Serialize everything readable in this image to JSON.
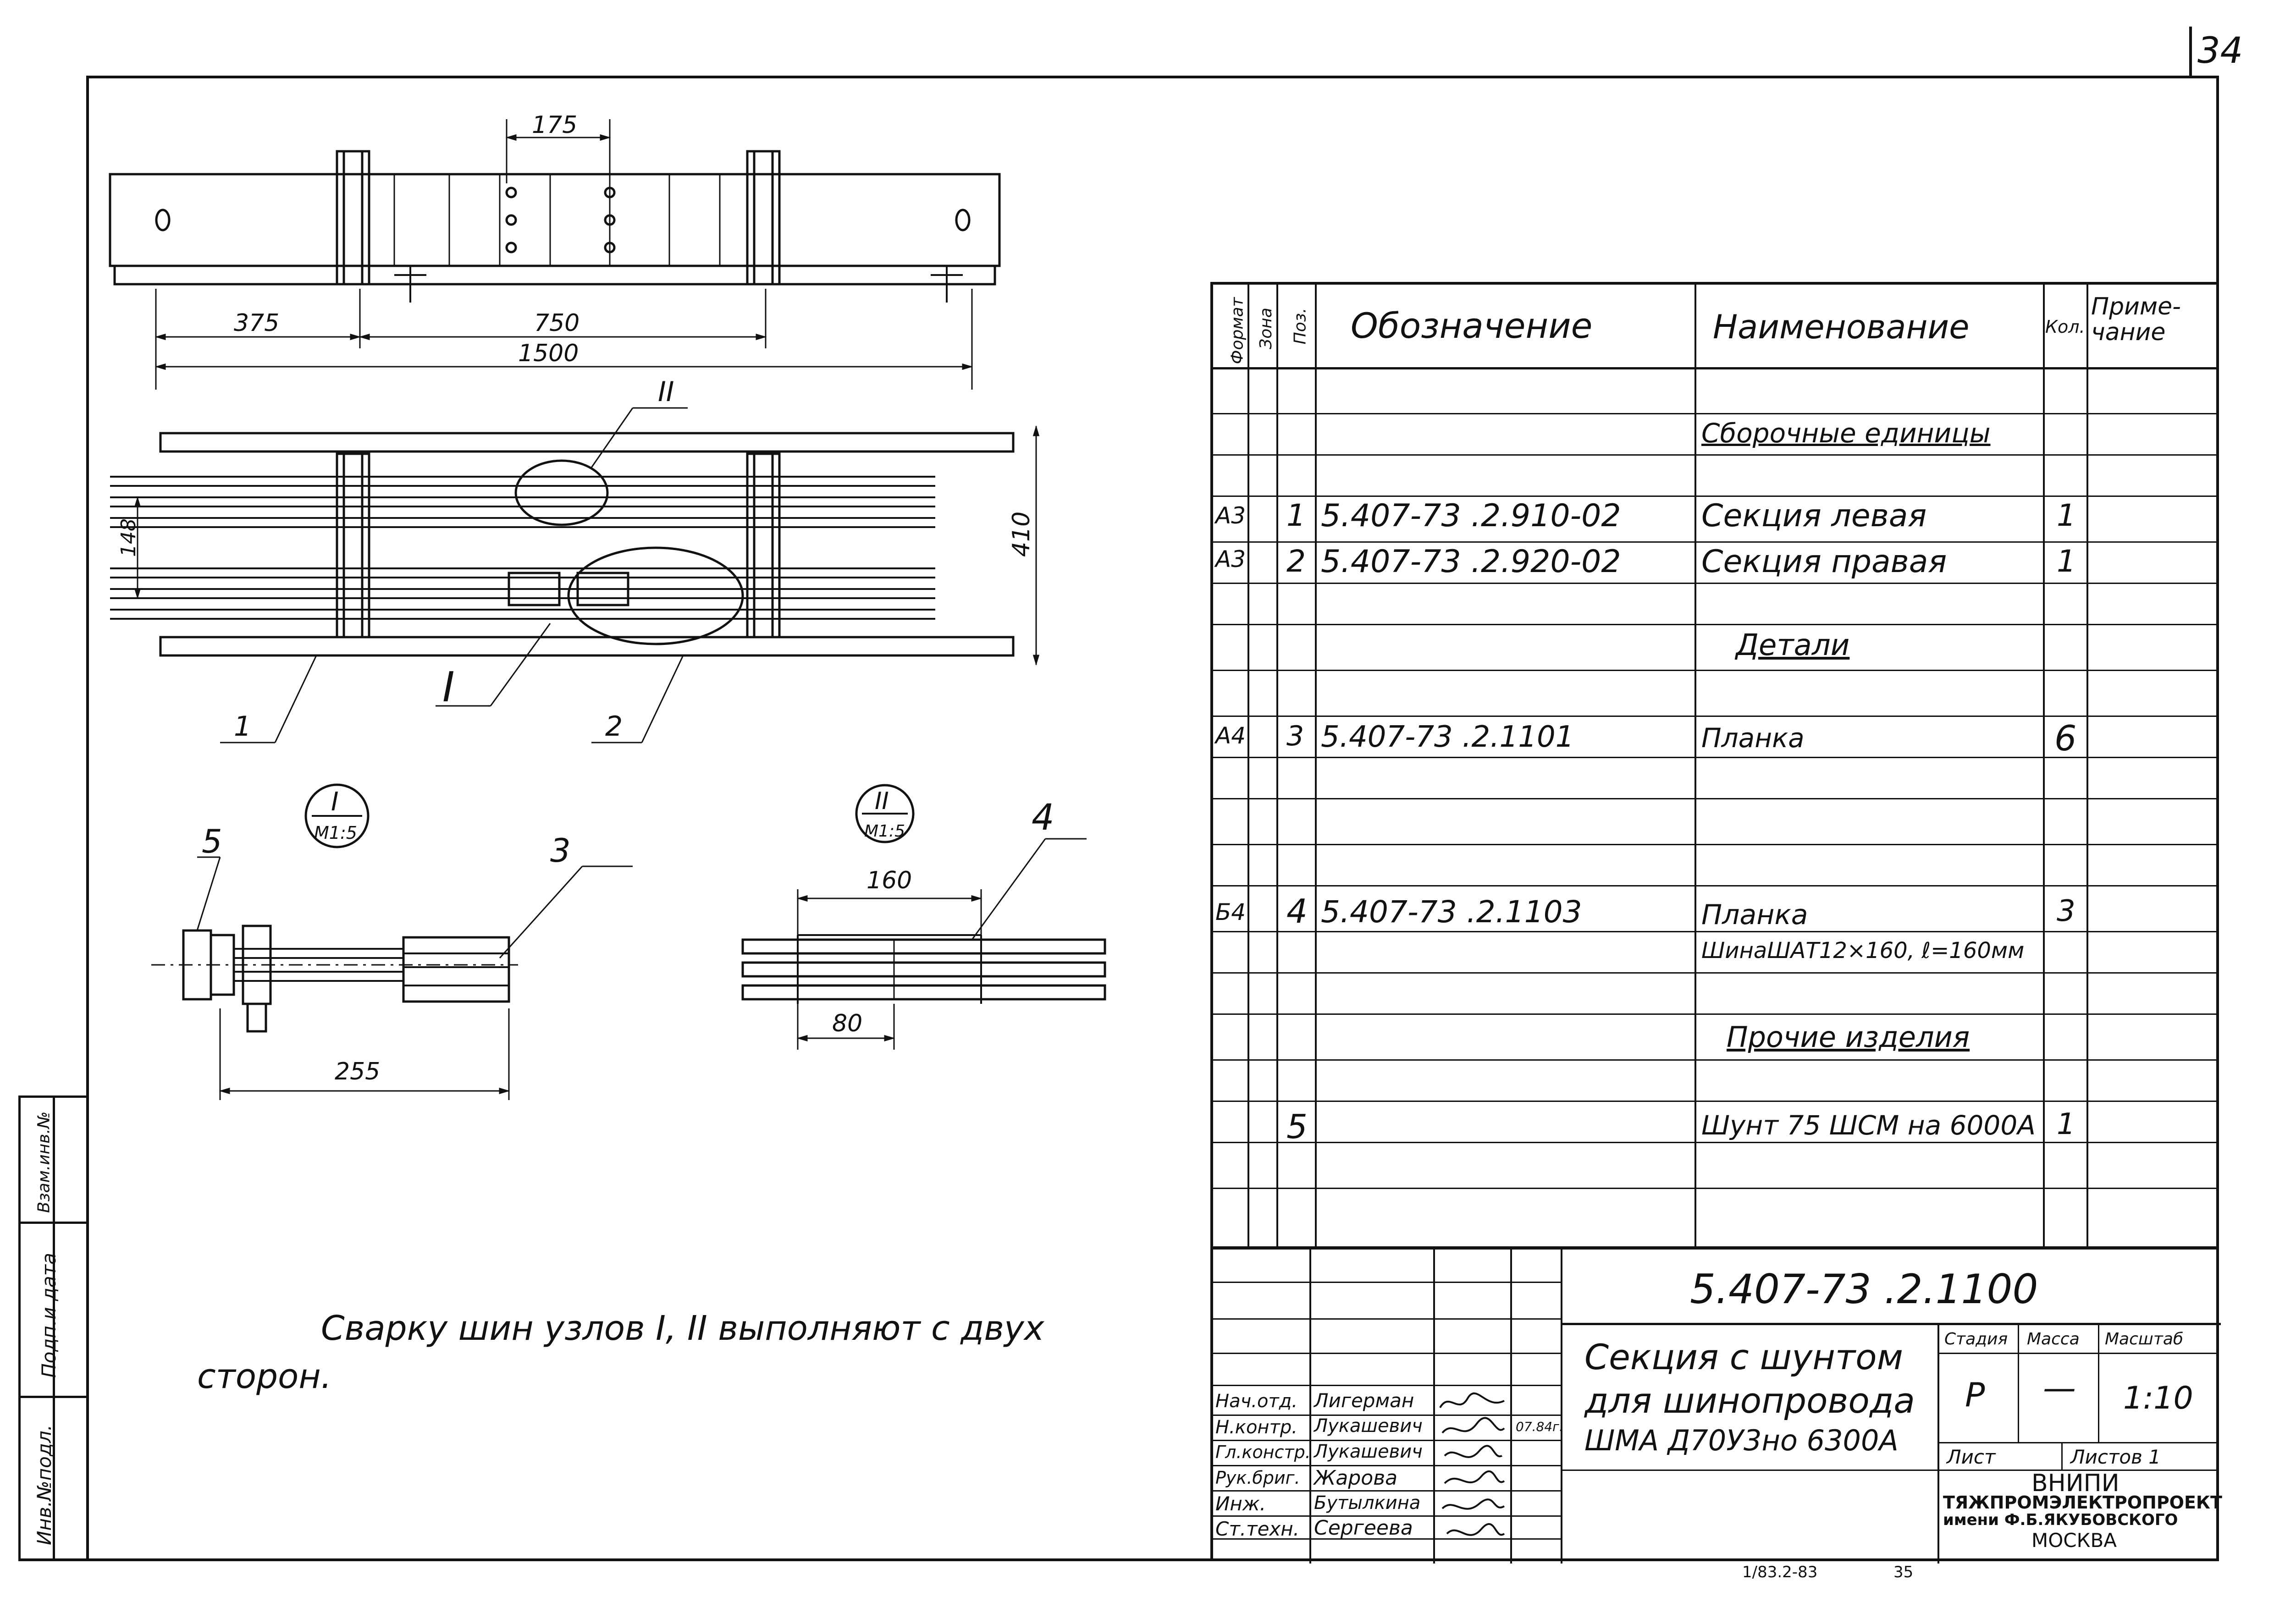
{
  "sheet_number": "34",
  "top_view": {
    "dims": {
      "d175": "175",
      "d375": "375",
      "d750": "750",
      "d1500": "1500"
    }
  },
  "plan_view": {
    "dims": {
      "d148": "148",
      "d410": "410"
    },
    "callouts": {
      "node_II": "II",
      "node_I": "I",
      "pos1": "1",
      "pos2": "2"
    }
  },
  "detail_I": {
    "badge_top": "I",
    "badge_bottom": "M1:5",
    "pos5": "5",
    "pos3": "3",
    "dim255": "255"
  },
  "detail_II": {
    "badge_top": "II",
    "badge_bottom": "M1:5",
    "pos4": "4",
    "dim160": "160",
    "dim80": "80"
  },
  "note_line1": "Сварку шин узлов I, II выполняют с двух",
  "note_line2": "сторон.",
  "spec": {
    "headers": {
      "format": "Формат",
      "zone": "Зона",
      "pos": "Поз.",
      "designation": "Обозначение",
      "name": "Наименование",
      "qty": "Кол.",
      "note": "Приме-чание"
    },
    "section_assemblies": "Сборочные единицы",
    "section_details": "Детали",
    "section_other": "Прочие изделия",
    "rows": [
      {
        "format": "A3",
        "pos": "1",
        "designation": "5.407-73 .2.910-02",
        "name": "Секция левая",
        "qty": "1"
      },
      {
        "format": "A3",
        "pos": "2",
        "designation": "5.407-73 .2.920-02",
        "name": "Секция правая",
        "qty": "1"
      },
      {
        "format": "A4",
        "pos": "3",
        "designation": "5.407-73 .2.1101",
        "name": "Планка",
        "qty": "6"
      },
      {
        "format": "Б4",
        "pos": "4",
        "designation": "5.407-73 .2.1103",
        "name": "Планка",
        "qty": "3"
      },
      {
        "format": "",
        "pos": "",
        "designation": "",
        "name": "ШинаШАТ12×160, ℓ=160мм",
        "qty": ""
      },
      {
        "format": "",
        "pos": "5",
        "designation": "",
        "name": "Шунт 75 ШСМ на 6000А",
        "qty": "1"
      }
    ]
  },
  "title_block": {
    "doc_number": "5.407-73 .2.1100",
    "title_l1": "Секция с шунтом",
    "title_l2": "для шинопровода",
    "title_l3": "ШМА Д70У3но 6300А",
    "stage_label": "Стадия",
    "mass_label": "Масса",
    "scale_label": "Масштаб",
    "stage": "Р",
    "mass": "—",
    "scale": "1:10",
    "sheet_label": "Лист",
    "sheets_label": "Листов 1",
    "org_l1": "ВНИПИ",
    "org_l2": "ТЯЖПРОМЭЛЕКТРОПРОЕКТ",
    "org_l3": "имени Ф.Б.ЯКУБОВСКОГО",
    "org_l4": "МОСКВА",
    "staff": [
      {
        "role": "Нач.отд.",
        "name": "Лигерман",
        "date": ""
      },
      {
        "role": "Н.контр.",
        "name": "Лукашевич",
        "date": "07.84г."
      },
      {
        "role": "Гл.констр.",
        "name": "Лукашевич",
        "date": ""
      },
      {
        "role": "Рук.бриг.",
        "name": "Жарова",
        "date": ""
      },
      {
        "role": "Инж.",
        "name": "Бутылкина",
        "date": ""
      },
      {
        "role": "Ст.техн.",
        "name": "Сергеева",
        "date": ""
      }
    ]
  },
  "side_stamp": {
    "vzam": "Взам.инв.№",
    "podp": "Подп.и дата",
    "inv": "Инв.№подл."
  },
  "bottom_code": "1/83.2-83",
  "bottom_page": "35"
}
